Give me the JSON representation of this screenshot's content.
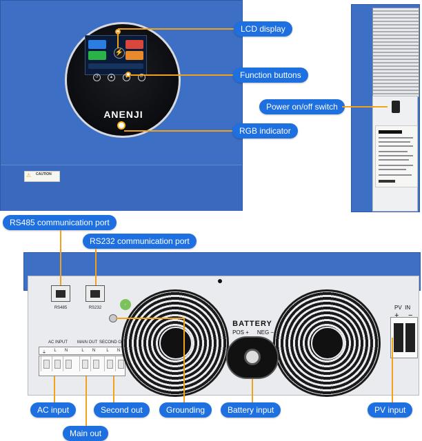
{
  "callouts": {
    "lcd_display": "LCD display",
    "function_buttons": "Function buttons",
    "power_switch": "Power on/off switch",
    "rgb_indicator": "RGB indicator",
    "rs485_port": "RS485 communication port",
    "rs232_port": "RS232 communication port",
    "ac_input": "AC input",
    "main_out": "Main out",
    "second_out": "Second out",
    "grounding": "Grounding",
    "battery_input": "Battery input",
    "pv_input": "PV input"
  },
  "front": {
    "brand": "ANENJI",
    "caution": "CAUTION"
  },
  "bottom": {
    "rs485_label": "RS485",
    "rs232_label": "RS232",
    "ac_input_label": "AC INPUT",
    "main_out_label": "MAIN OUT",
    "second_out_label": "SECOND OUT",
    "term_l": "L",
    "term_n": "N",
    "battery_label": "BATTERY",
    "pos_label": "POS +",
    "neg_label": "NEG −",
    "pv_in_label": "PV  IN",
    "pv_plus": "+",
    "pv_minus": "−"
  },
  "colors": {
    "callout_bg": "#1e6fe0",
    "leader_line": "#f0a21a",
    "chassis_blue": "#3d6fc4"
  }
}
